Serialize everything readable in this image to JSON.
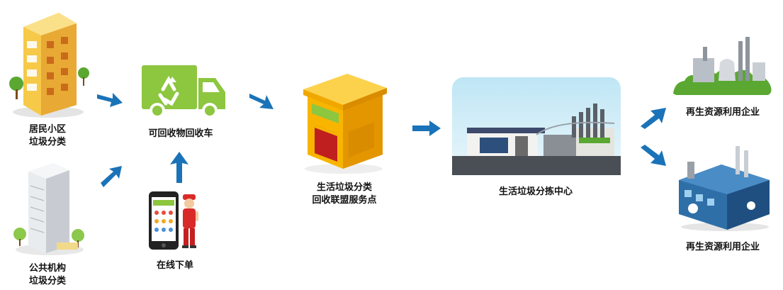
{
  "nodes": {
    "residential": {
      "line1": "居民小区",
      "line2": "垃圾分类"
    },
    "institution": {
      "line1": "公共机构",
      "line2": "垃圾分类"
    },
    "truck": {
      "label": "可回收物回收车"
    },
    "online": {
      "label": "在线下单"
    },
    "service_point": {
      "line1": "生活垃圾分类",
      "line2": "回收联盟服务点"
    },
    "sorting_center": {
      "label": "生活垃圾分拣中心"
    },
    "recycler_top": {
      "label": "再生资源利用企业"
    },
    "recycler_bottom": {
      "label": "再生资源利用企业"
    }
  },
  "colors": {
    "arrow": "#1a73b8",
    "truck_green": "#8dc63f",
    "building_yellow": "#f5b400",
    "factory_blue": "#2f6fa8",
    "tree_green": "#5aa832"
  },
  "icons": [
    "apartment-building-icon",
    "office-tower-icon",
    "recycle-truck-icon",
    "smartphone-icon",
    "worker-icon",
    "service-shop-icon",
    "sorting-center-icon",
    "power-plant-icon",
    "factory-icon",
    "flow-arrow-icon"
  ]
}
